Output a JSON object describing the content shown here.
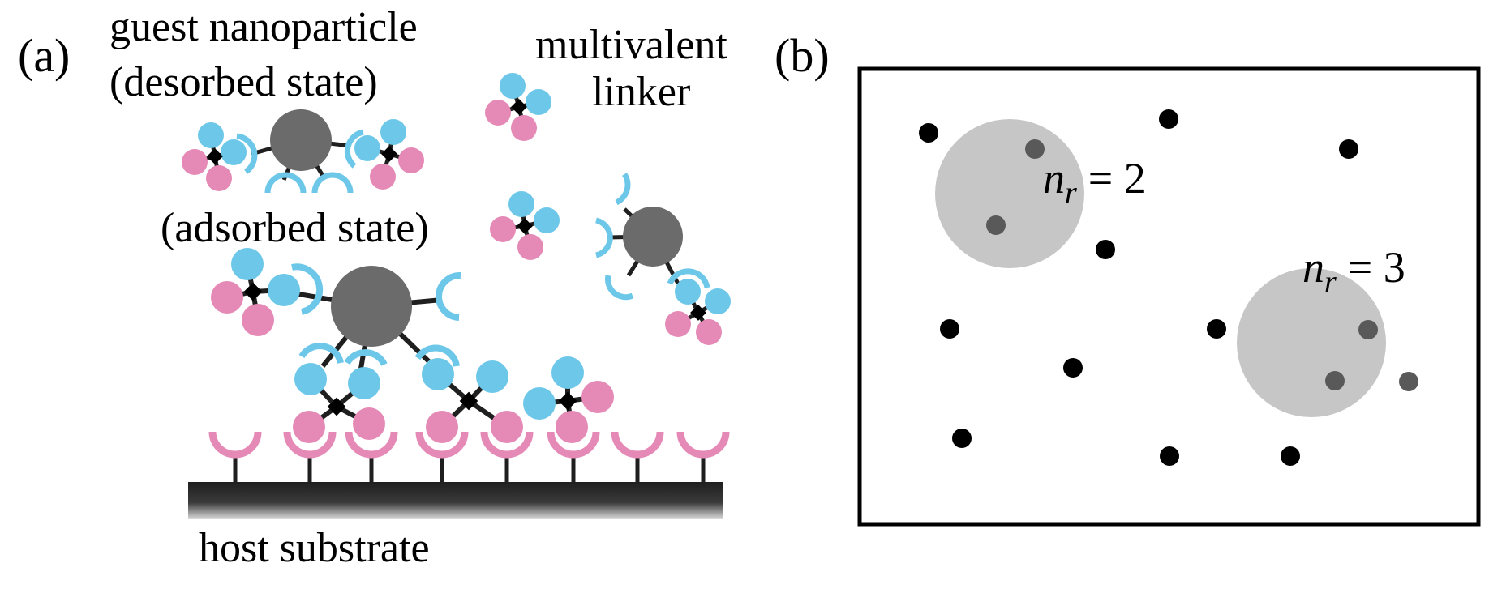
{
  "panel_a": {
    "label": "(a)",
    "guest_line1": "guest nanoparticle",
    "guest_line2": "(desorbed state)",
    "linker_line1": "multivalent",
    "linker_line2": "linker",
    "adsorbed": "(adsorbed state)",
    "host": "host substrate"
  },
  "panel_b": {
    "label": "(b)",
    "region1": {
      "n": "n",
      "sub": "r",
      "rest": "= 2"
    },
    "region2": {
      "n": "n",
      "sub": "r",
      "rest": "= 3"
    }
  },
  "colors": {
    "particle": "#6b6b6b",
    "blue_binder": "#6cc7e8",
    "pink_binder": "#e58ab6",
    "bond": "#1f1f1f",
    "region": "#c6c6c6",
    "dot": "#000000",
    "dot_in_region": "#595959"
  }
}
